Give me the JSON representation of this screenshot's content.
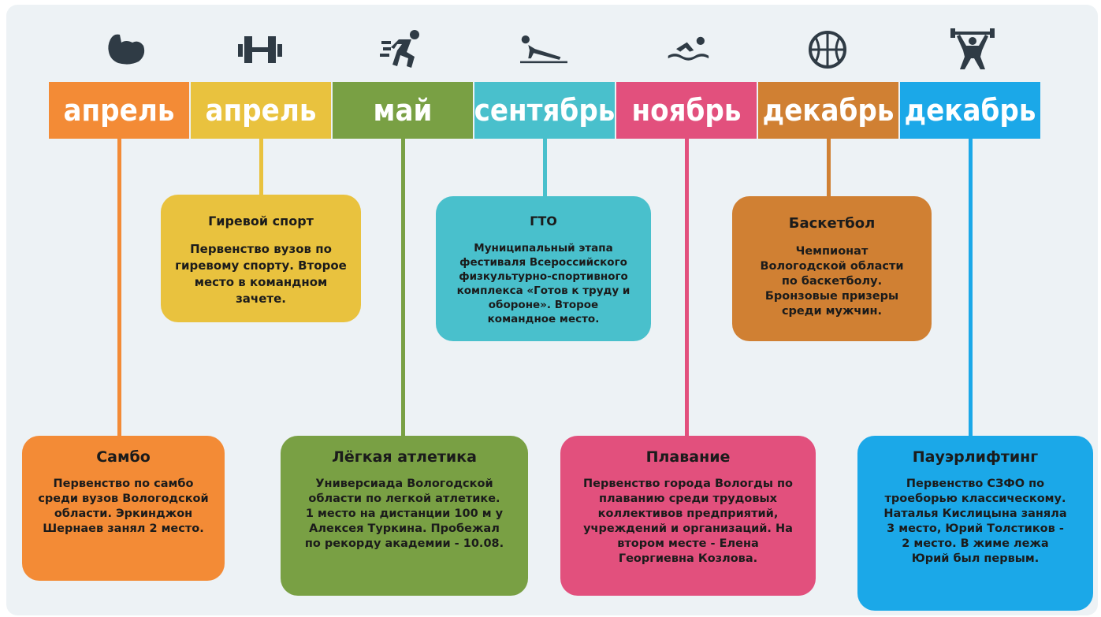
{
  "colors": {
    "orange": "#f38b36",
    "yellow": "#e9c23e",
    "green": "#79a044",
    "teal": "#49c0cc",
    "pink": "#e2507d",
    "brown": "#d08033",
    "blue": "#1ba8e8"
  },
  "icons": [
    "biceps-icon",
    "dumbbell-icon",
    "runner-icon",
    "pushup-icon",
    "swimmer-icon",
    "basketball-icon",
    "weightlifter-icon"
  ],
  "months": [
    "апрель",
    "апрель",
    "май",
    "сентябрь",
    "ноябрь",
    "декабрь",
    "декабрь"
  ],
  "events": [
    {
      "title": "Самбо",
      "text": "Первенство по самбо среди вузов Вологодской области. Эркинджон Шернаев занял 2 место."
    },
    {
      "title": "Гиревой спорт",
      "text": "Первенство вузов по гиревому спорту. Второе место в командном зачете."
    },
    {
      "title": "Лёгкая атлетика",
      "text": "Универсиада Вологодской области по легкой атлетике. 1 место на дистанции 100 м у Алексея Туркина. Пробежал по рекорду академии - 10.08."
    },
    {
      "title": "ГТО",
      "text": "Муниципальный этапа фестиваля Всероссийского физкультурно-спортивного комплекса «Готов к труду и обороне». Второе командное место."
    },
    {
      "title": "Плавание",
      "text": "Первенство города Вологды по плаванию среди трудовых коллективов предприятий, учреждений и организаций. На втором месте - Елена Георгиевна Козлова."
    },
    {
      "title": "Баскетбол",
      "text": "Чемпионат Вологодской области по баскетболу. Бронзовые призеры среди мужчин."
    },
    {
      "title": "Пауэрлифтинг",
      "text": "Первенство СЗФО по троеборью классическому. Наталья Кислицына заняла 3 место, Юрий Толстиков - 2 место. В жиме лежа Юрий был первым."
    }
  ]
}
